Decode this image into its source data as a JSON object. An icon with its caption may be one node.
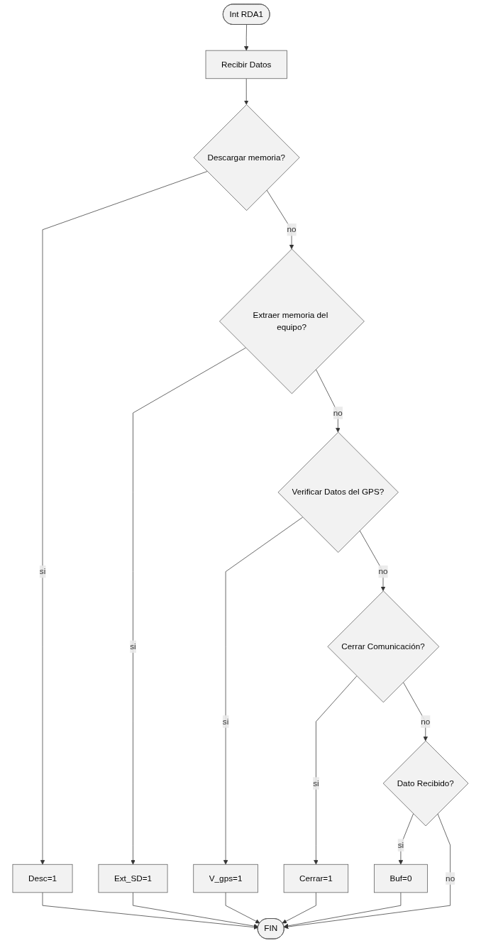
{
  "diagram": {
    "nodes": [
      {
        "text": [
          "Int RDA1"
        ]
      },
      {
        "text": [
          "Recibir Datos"
        ]
      },
      {
        "text": [
          "Descargar memoria?"
        ]
      },
      {
        "text": [
          "Desc=1"
        ]
      },
      {
        "text": [
          "Extraer memoria del equipo?"
        ]
      },
      {
        "text": [
          "Ext_SD=1"
        ]
      },
      {
        "text": [
          "Verificar Datos del GPS?"
        ]
      },
      {
        "text": [
          "V_gps=1"
        ]
      },
      {
        "text": [
          "Cerrar Comunicación?"
        ]
      },
      {
        "text": [
          "Cerrar=1"
        ]
      },
      {
        "text": [
          "Dato Recibido?"
        ]
      },
      {
        "text": [
          "Buf=0"
        ]
      },
      {
        "text": [
          "FIN"
        ]
      }
    ],
    "edges": [
      {
        "from": 0,
        "to": 1,
        "arrow": "to"
      },
      {
        "from": 1,
        "to": 2,
        "arrow": "to"
      },
      {
        "from": 2,
        "to": 3,
        "label": "si",
        "arrow": "to"
      },
      {
        "from": 2,
        "to": 4,
        "label": "no",
        "arrow": "to"
      },
      {
        "from": 4,
        "to": 5,
        "label": "si",
        "arrow": "to"
      },
      {
        "from": 4,
        "to": 6,
        "label": "no",
        "arrow": "to"
      },
      {
        "from": 6,
        "to": 7,
        "label": "si",
        "arrow": "to"
      },
      {
        "from": 6,
        "to": 8,
        "label": "no",
        "arrow": "to"
      },
      {
        "from": 8,
        "to": 9,
        "label": "si",
        "arrow": "to"
      },
      {
        "from": 8,
        "to": 10,
        "label": "no",
        "arrow": "to"
      },
      {
        "from": 10,
        "to": 11,
        "label": "si",
        "arrow": "to"
      },
      {
        "from": 10,
        "to": 12,
        "label": "no",
        "arrow": "to"
      },
      {
        "from": 3,
        "to": 12,
        "arrow": "to"
      },
      {
        "from": 5,
        "to": 12,
        "arrow": "to"
      },
      {
        "from": 7,
        "to": 12,
        "arrow": "to"
      },
      {
        "from": 9,
        "to": 12,
        "arrow": "to"
      },
      {
        "from": 11,
        "to": 12,
        "arrow": "to"
      }
    ]
  }
}
